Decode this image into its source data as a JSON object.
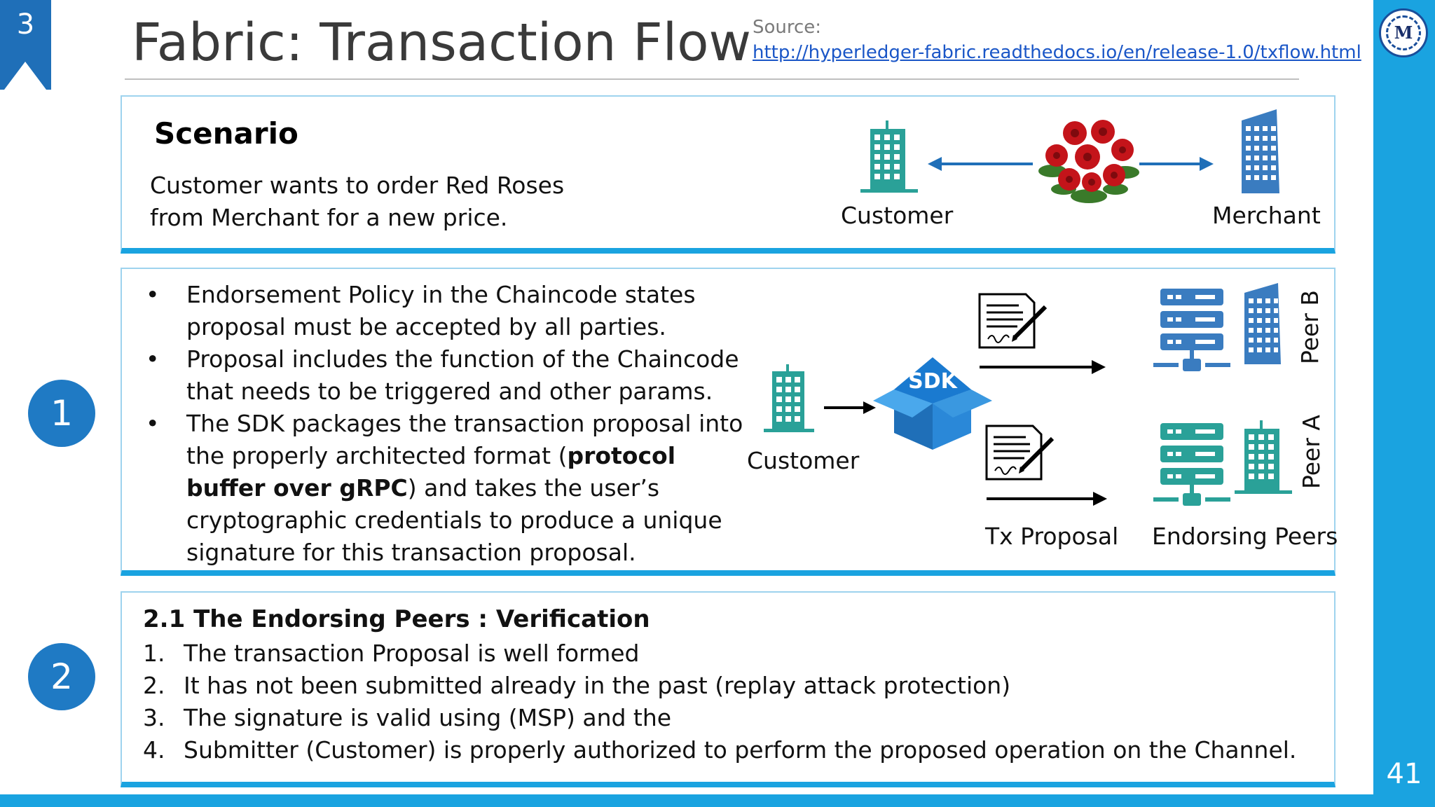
{
  "slide": {
    "section_number": "3",
    "title": "Fabric: Transaction Flow",
    "source_label": "Source:",
    "source_link": "http://hyperledger-fabric.readthedocs.io/en/release-1.0/txflow.html",
    "page_number": "41",
    "logo_letter": "M"
  },
  "scenario": {
    "heading": "Scenario",
    "line1": "Customer wants to order Red Roses",
    "line2": "from Merchant for a new price.",
    "customer_label": "Customer",
    "merchant_label": "Merchant"
  },
  "step1": {
    "badge": "1",
    "bullet_symbol": "•",
    "bullets": [
      {
        "text": "Endorsement Policy in the Chaincode states proposal must be accepted by all parties."
      },
      {
        "text": "Proposal includes the function of the Chaincode that needs to be triggered and other params."
      }
    ],
    "bullet3_pre": "The SDK packages the transaction proposal into the properly architected format (",
    "bullet3_bold": "protocol buffer over gRPC",
    "bullet3_post": ") and takes the user’s cryptographic credentials to produce a unique signature for this transaction proposal.",
    "diagram": {
      "customer_label": "Customer",
      "sdk_label": "SDK",
      "tx_proposal_label": "Tx Proposal",
      "endorsing_peers_label": "Endorsing Peers",
      "peer_b_label": "Peer B",
      "peer_a_label": "Peer A"
    }
  },
  "step2": {
    "badge": "2",
    "heading": "2.1 The Endorsing Peers : Verification",
    "items": [
      {
        "num": "1.",
        "text": "The transaction Proposal is well formed"
      },
      {
        "num": "2.",
        "text": "It has not been submitted already in the past (replay attack protection)"
      },
      {
        "num": "3.",
        "text": "The signature is valid using (MSP) and the"
      },
      {
        "num": "4.",
        "text": "Submitter (Customer) is properly authorized to perform the proposed operation on the Channel."
      }
    ]
  },
  "colors": {
    "accent": "#1aa3e0",
    "badge": "#1f7ac4",
    "teal": "#2aa198",
    "blue": "#3a7cc0"
  },
  "icons": [
    "building-icon",
    "roses-icon",
    "server-icon",
    "document-sign-icon",
    "sdk-box-icon",
    "arrow-icon"
  ]
}
